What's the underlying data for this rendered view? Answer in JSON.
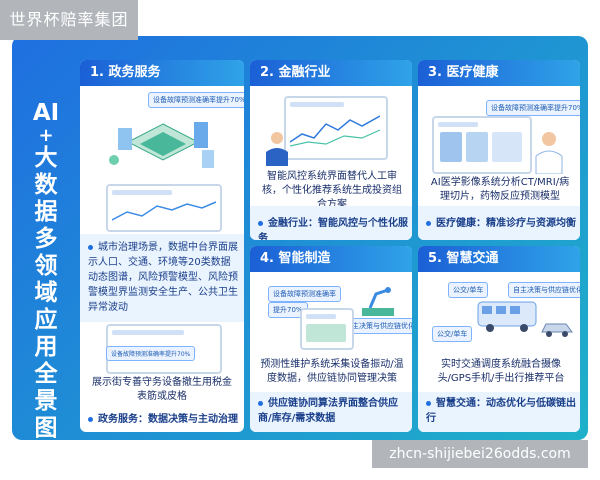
{
  "brand": {
    "text": "世界杯赔率集团"
  },
  "sidebar_title": [
    "AI",
    "+",
    "大",
    "数",
    "据",
    "多",
    "领",
    "域",
    "应",
    "用",
    "全",
    "景",
    "图"
  ],
  "panels": {
    "gov": {
      "title": "1. 政务服务",
      "badge_top": "设备故障预测准确率提升70%",
      "desc": "城市治理场景，数据中台界面展示人口、交通、环境等20类数据动态图谱，风险预警模型、风险预警模型界监测安全生产、公共卫生异常波动",
      "badge_bottom": "设备故障预测准确率提升70%",
      "caption": "展示街专善守务设备撤生用税金表筋或皮格",
      "summary": "政务服务：数据决策与主动治理"
    },
    "finance": {
      "title": "2. 金融行业",
      "caption": "智能风控系统界面替代人工审核，个性化推荐系统生成投资组合方案",
      "summary": "金融行业：智能风控与个性化服务"
    },
    "health": {
      "title": "3. 医疗健康",
      "badge": "设备故障预测准确率提升70%",
      "caption": "AI医学影像系统分析CT/MRI/病理切片，药物反应预测模型",
      "summary": "医疗健康：精准诊疗与资源均衡"
    },
    "manufacturing": {
      "title": "4. 智能制造",
      "badge_a": "设备故障预测准确率",
      "badge_b": "提升70%",
      "badge_c": "自主决策与供应链优化",
      "caption": "预测性维护系统采集设备振动/温度数据，供应链协同管理决策",
      "summary": "供应链协同算法界面整合供应商/库存/需求数据"
    },
    "traffic": {
      "title": "5. 智慧交通",
      "badge_a": "公交/单车",
      "badge_b": "自主决策与供应链优化",
      "badge_c": "公交/单车",
      "caption": "实时交通调度系统融合摄像头/GPS手机/手出行推荐平台",
      "summary": "智慧交通：动态优化与低碳链出行"
    }
  },
  "watermark": "zhcn-shijiebei26odds.com",
  "colors": {
    "primary": "#1f6fe0",
    "teal": "#1fb1c9",
    "text_dark": "#1a3f8a"
  }
}
